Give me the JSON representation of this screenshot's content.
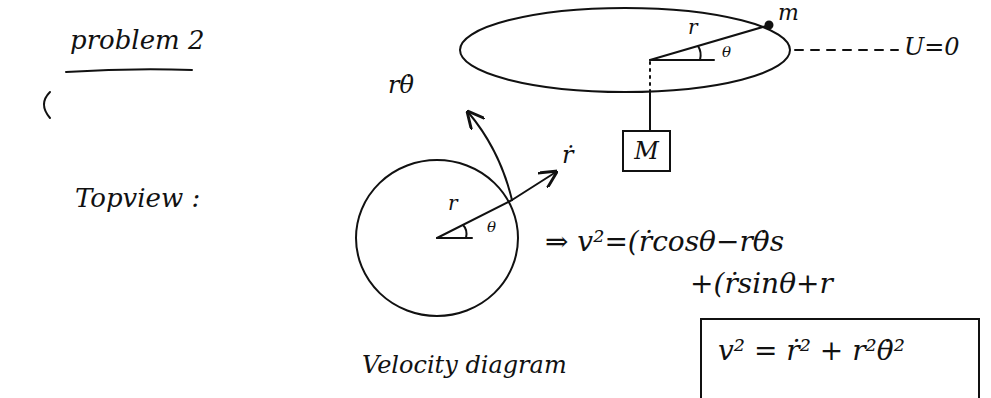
{
  "diagram": {
    "nodes": [
      {
        "text": [
          "M"
        ]
      },
      {
        "text": [
          "v² = ṙ² + r²θ̇²"
        ]
      }
    ],
    "labels": [
      "problem 2",
      "m",
      "r",
      "θ",
      "U=0",
      "Topview :",
      "rθ̇",
      "ṙ",
      "r",
      "θ",
      "⇒ v²=(ṙcosθ−rθ̇s",
      "+(ṙsinθ+r",
      "Velocity diagram"
    ]
  }
}
